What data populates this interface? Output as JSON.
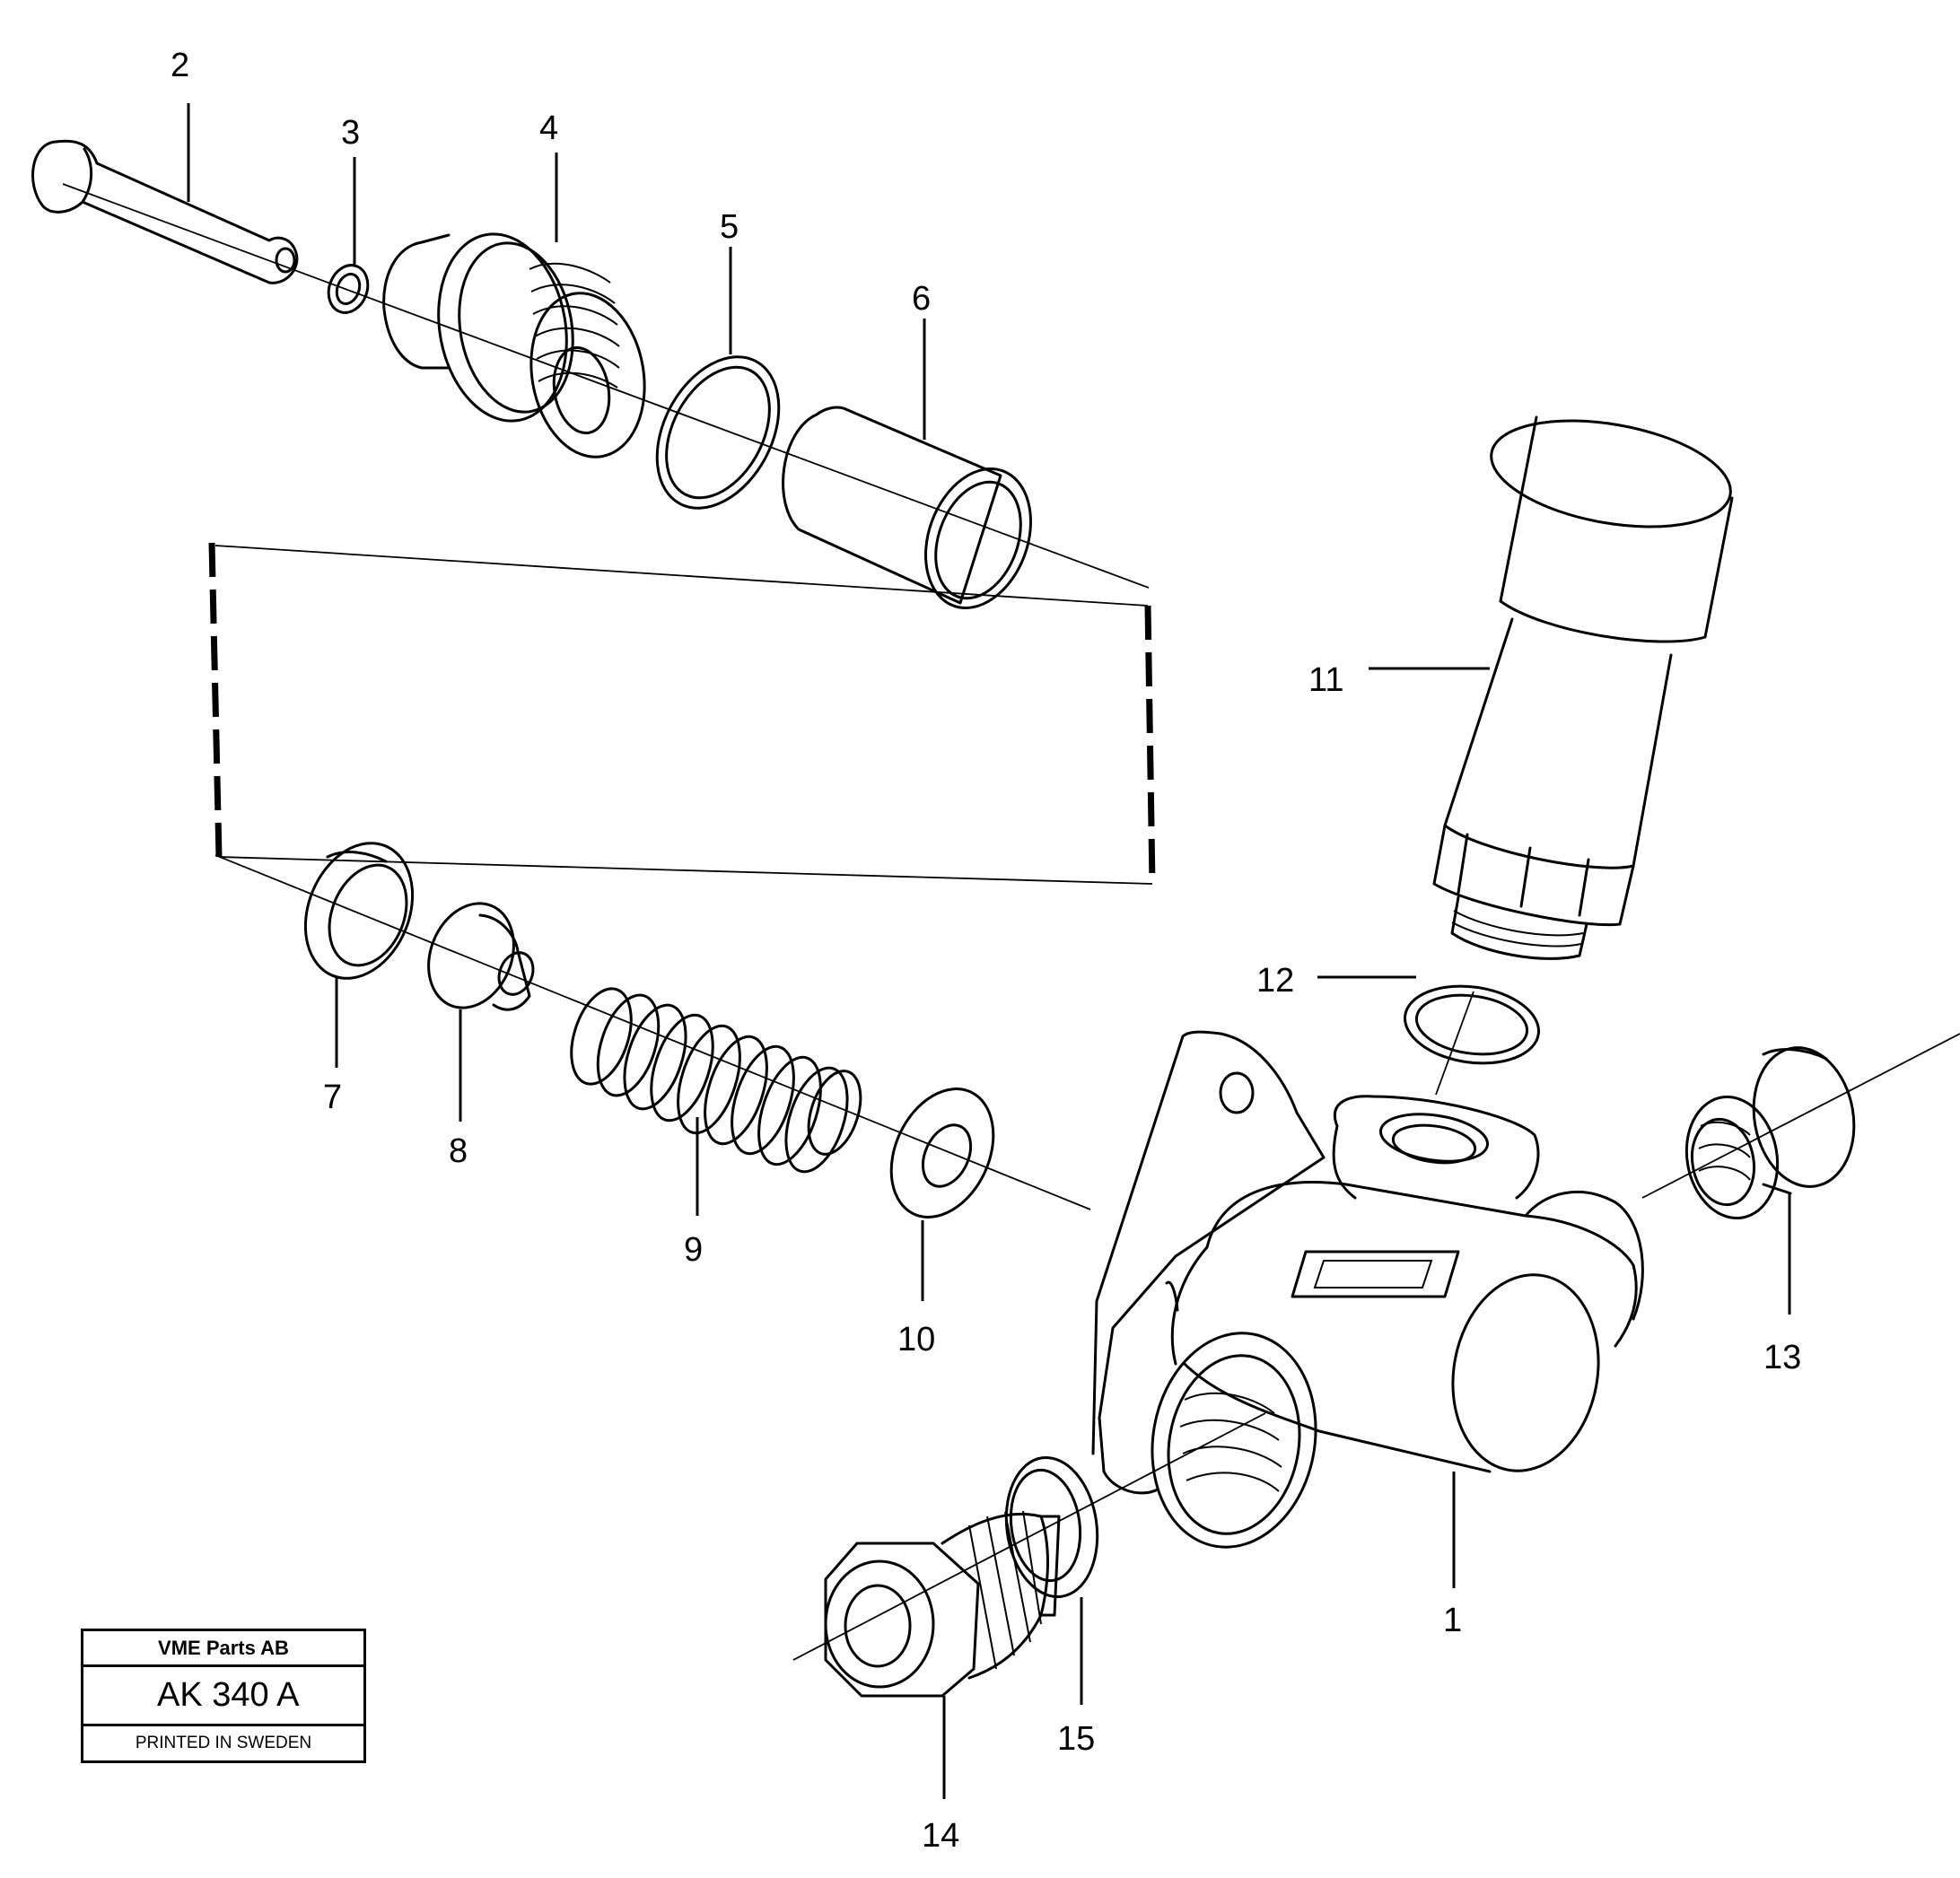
{
  "callouts": {
    "c1": "1",
    "c2": "2",
    "c3": "3",
    "c4": "4",
    "c5": "5",
    "c6": "6",
    "c7": "7",
    "c8": "8",
    "c9": "9",
    "c10": "10",
    "c11": "11",
    "c12": "12",
    "c13": "13",
    "c14": "14",
    "c15": "15"
  },
  "stamp": {
    "company": "VME Parts AB",
    "code": "AK 340 A",
    "printed": "PRINTED IN SWEDEN"
  }
}
